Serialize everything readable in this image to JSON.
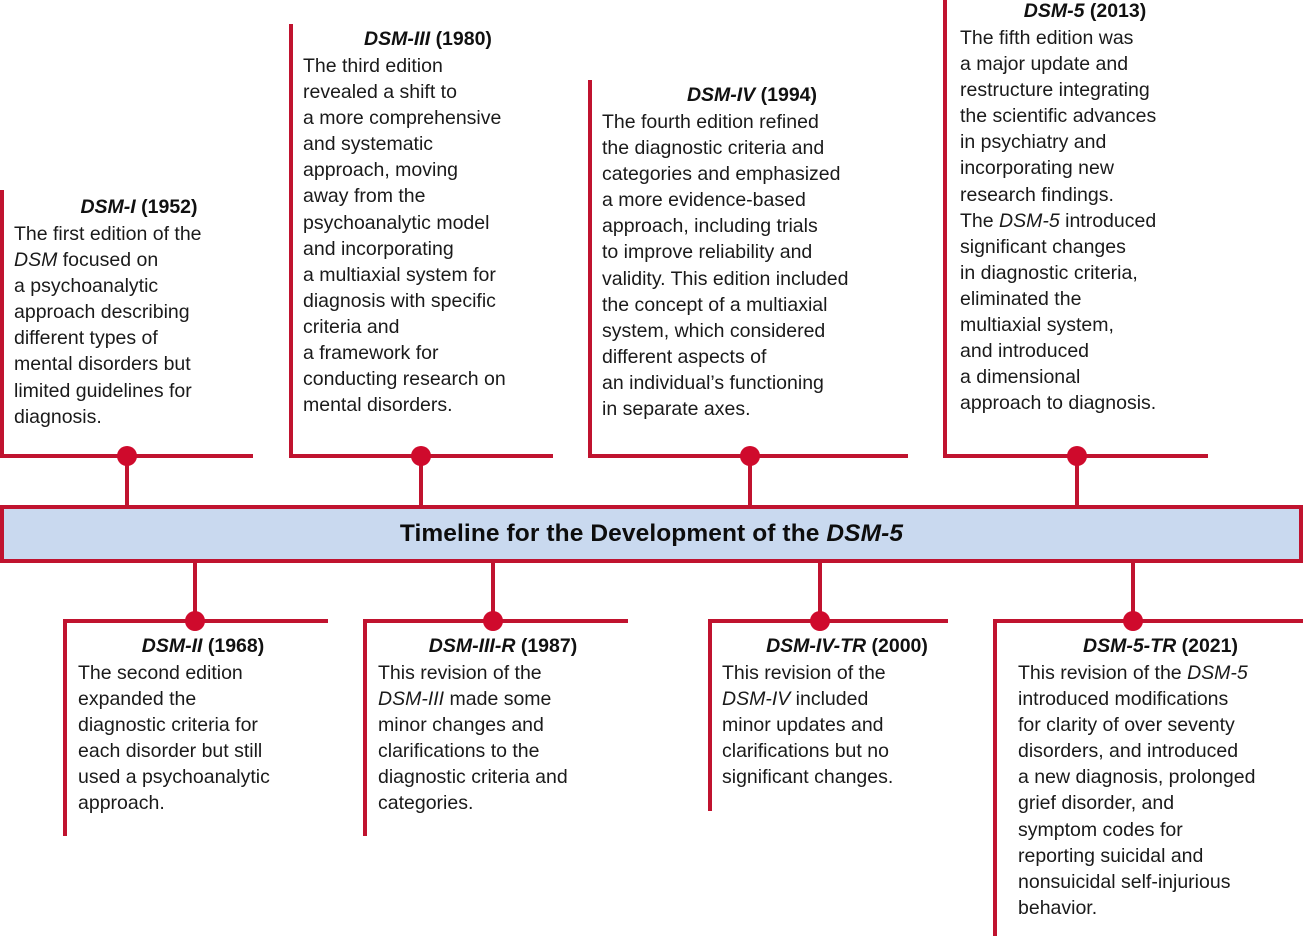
{
  "banner": {
    "title_prefix": "Timeline for the Development of the ",
    "title_emphasis": "DSM-5"
  },
  "colors": {
    "rail": "#c0132f",
    "dot": "#cf0a2c",
    "banner_fill": "#c9d9ef",
    "banner_border": "#c0132f",
    "text": "#1a1a1a"
  },
  "entries": {
    "dsm1": {
      "edition": "DSM-I",
      "year": "(1952)",
      "body_pre": "The first edition of the\n",
      "body_em": "DSM",
      "body_post": " focused on\na psychoanalytic\napproach describing\ndifferent types of\nmental disorders but\nlimited guidelines for\ndiagnosis."
    },
    "dsm2": {
      "edition": "DSM-II",
      "year": "(1968)",
      "body_pre": "The second edition\nexpanded the\ndiagnostic criteria for\neach disorder but still\nused a psychoanalytic\napproach.",
      "body_em": "",
      "body_post": ""
    },
    "dsm3": {
      "edition": "DSM-III",
      "year": "(1980)",
      "body_pre": "The third edition\nrevealed a shift to\na more comprehensive\nand systematic\napproach, moving\naway from the\npsychoanalytic model\nand incorporating\na multiaxial system for\ndiagnosis with specific\ncriteria and\na framework for\nconducting research on\nmental disorders.",
      "body_em": "",
      "body_post": ""
    },
    "dsm3r": {
      "edition": "DSM-III-R",
      "year": "(1987)",
      "body_pre": "This revision of the\n",
      "body_em": "DSM-III",
      "body_post": " made some\nminor changes and\nclarifications to the\ndiagnostic criteria and\ncategories."
    },
    "dsm4": {
      "edition": "DSM-IV",
      "year": "(1994)",
      "body_pre": "The fourth edition refined\nthe diagnostic criteria and\ncategories and emphasized\na more evidence-based\napproach, including trials\nto improve reliability and\nvalidity. This edition included\nthe concept of a multiaxial\nsystem, which considered\ndifferent aspects of\nan individual’s functioning\nin separate axes.",
      "body_em": "",
      "body_post": ""
    },
    "dsm4tr": {
      "edition": "DSM-IV-TR",
      "year": "(2000)",
      "body_pre": "This revision of the\n",
      "body_em": "DSM-IV",
      "body_post": " included\nminor updates and\nclarifications but no\nsignificant changes."
    },
    "dsm5": {
      "edition": "DSM-5",
      "year": "(2013)",
      "body_pre": "The fifth edition was\na major update and\nrestructure integrating\nthe scientific advances\nin psychiatry and\nincorporating new\nresearch findings.\nThe ",
      "body_em": "DSM-5",
      "body_post": " introduced\nsignificant changes\nin diagnostic criteria,\neliminated the\nmultiaxial system,\nand introduced\na dimensional\napproach to diagnosis."
    },
    "dsm5tr": {
      "edition": "DSM-5-TR",
      "year": "(2021)",
      "body_pre": "This revision of the ",
      "body_em": "DSM-5",
      "body_post": "\nintroduced modifications\nfor clarity of over seventy\ndisorders, and introduced\na new diagnosis, prolonged\ngrief disorder, and\nsymptom codes for\nreporting suicidal and\nnonsuicidal self-injurious\nbehavior."
    }
  }
}
